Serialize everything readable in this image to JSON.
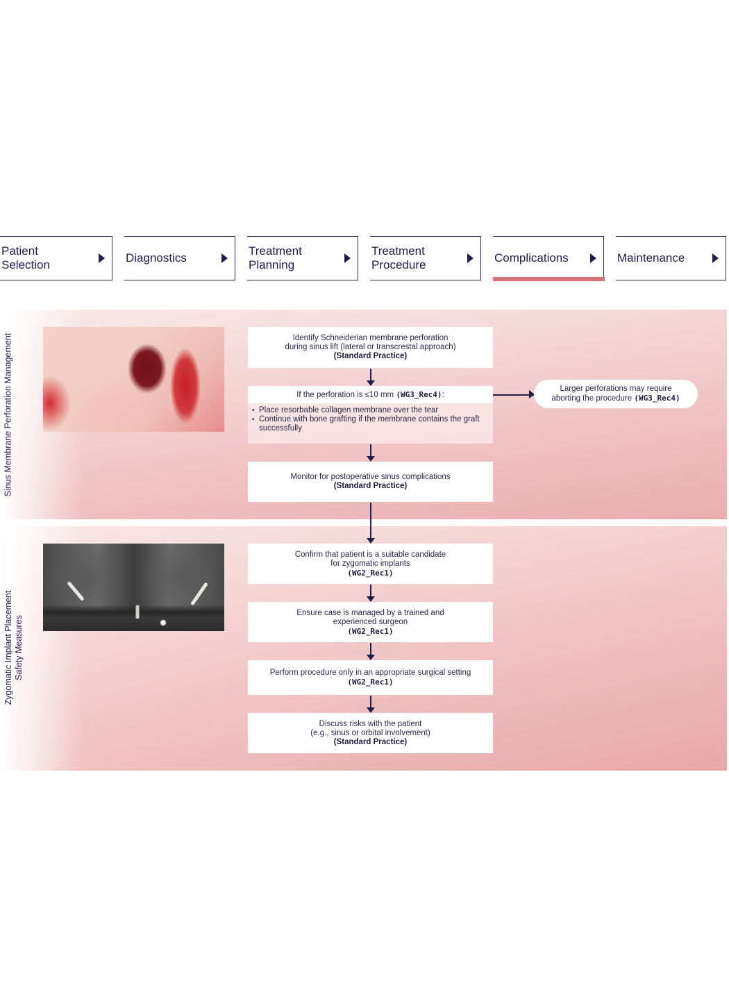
{
  "nav": {
    "steps": [
      {
        "label": "Patient Selection",
        "active": false
      },
      {
        "label": "Diagnostics",
        "active": false
      },
      {
        "label": "Treatment Planning",
        "active": false
      },
      {
        "label": "Treatment Procedure",
        "active": false
      },
      {
        "label": "Complications",
        "active": true
      },
      {
        "label": "Maintenance",
        "active": false
      }
    ],
    "active_color": "#d9707a",
    "text_color": "#1f1d4a"
  },
  "sections": [
    {
      "title": "Sinus Membrane Perforation Management",
      "image_alt": "Intraoral photo of lateral sinus window with membrane perforation",
      "boxes": [
        {
          "text_lines": [
            "Identify Schneiderian membrane perforation",
            "during sinus lift (lateral or transcrestal approach)"
          ],
          "ref": "(Standard Practice)"
        },
        {
          "head": "If the perforation is ≤10 mm",
          "head_ref": "(WG3_Rec4)",
          "head_suffix": ":",
          "bullets": [
            "Place resorbable collagen membrane over the tear",
            "Continue with bone grafting if the membrane contains the graft successfully"
          ]
        },
        {
          "text_lines": [
            "Monitor for postoperative sinus complications"
          ],
          "ref": "(Standard Practice)"
        }
      ],
      "side_note": {
        "text_lines": [
          "Larger perforations may require",
          "aborting the procedure"
        ],
        "ref": "(WG3_Rec4)"
      }
    },
    {
      "title_lines": [
        "Zygomatic Implant Placement",
        "Safety Measures"
      ],
      "image_alt": "Panoramic radiograph showing zygomatic implants",
      "boxes": [
        {
          "text_lines": [
            "Confirm that patient is a suitable candidate",
            "for zygomatic implants"
          ],
          "ref": "(WG2_Rec1)"
        },
        {
          "text_lines": [
            "Ensure case is managed by a trained and",
            "experienced surgeon"
          ],
          "ref": "(WG2_Rec1)"
        },
        {
          "text_lines": [
            "Perform procedure only in an appropriate surgical setting"
          ],
          "ref": "(WG2_Rec1)"
        },
        {
          "text_lines": [
            "Discuss risks with the patient",
            "(e.g., sinus or orbital involvement)"
          ],
          "ref": "(Standard Practice)"
        }
      ]
    }
  ],
  "colors": {
    "band_light": "#f7e4e4",
    "band_dark": "#e8a9aa",
    "arrow": "#1f1d4a"
  }
}
